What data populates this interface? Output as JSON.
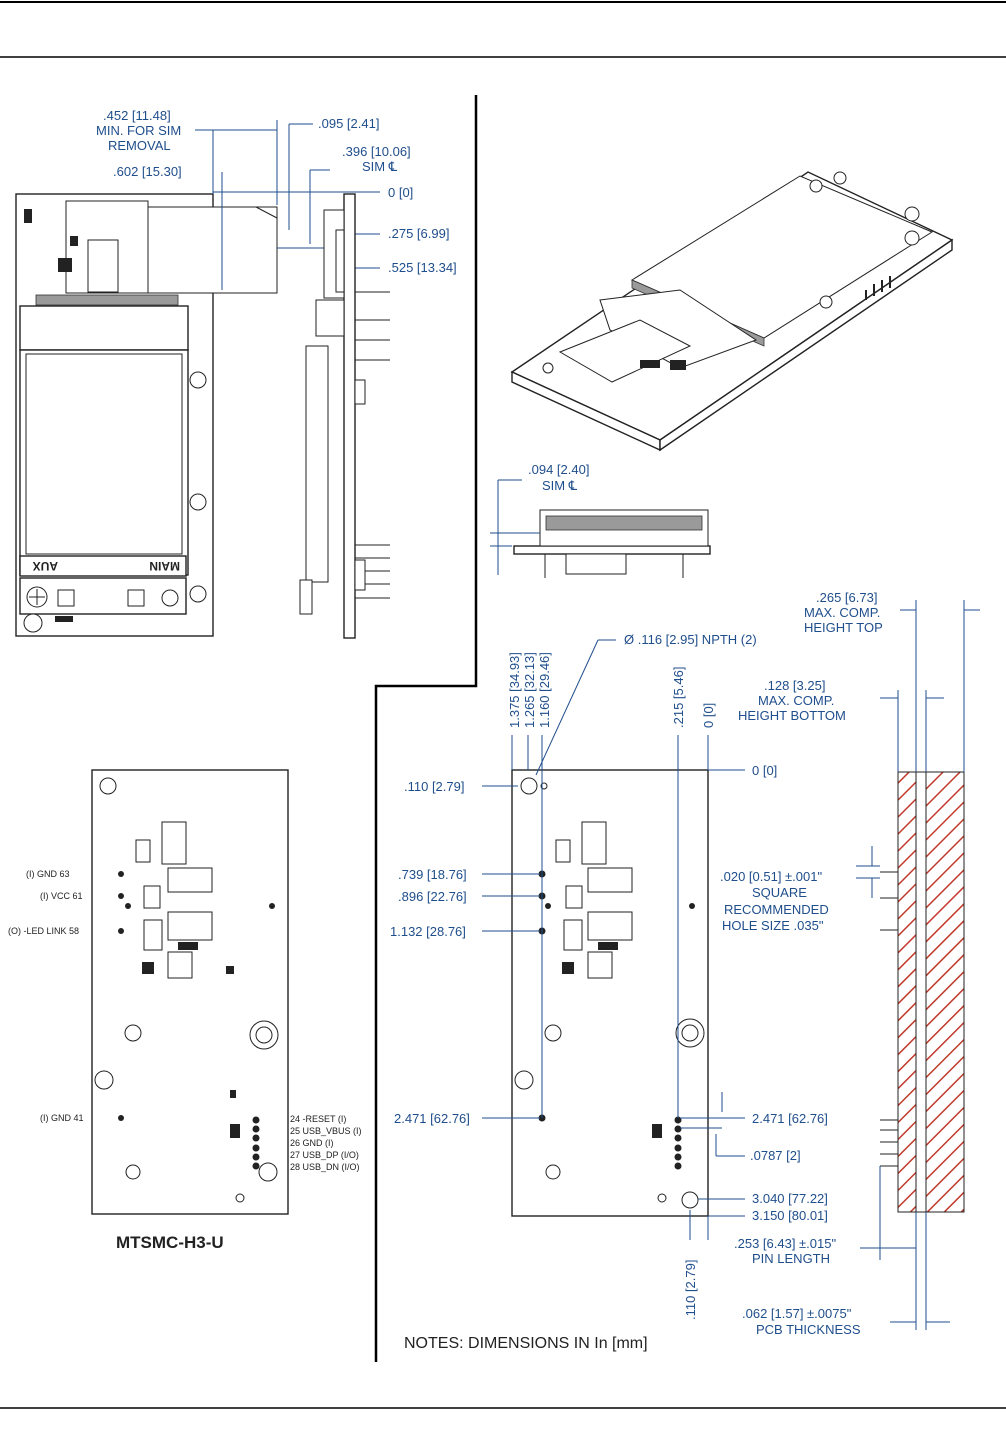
{
  "top_view_dims": {
    "sim_removal_line1": ".452 [11.48]",
    "sim_removal_line2": "MIN. FOR SIM",
    "sim_removal_line3": "REMOVAL",
    "d_602": ".602 [15.30]",
    "d_095": ".095 [2.41]",
    "sim_cl_396": ".396 [10.06]",
    "sim_cl_label": "SIM ℄",
    "zero": "0 [0]",
    "d_275": ".275 [6.99]",
    "d_525": ".525 [13.34]",
    "aux_label": "AUX",
    "main_label": "MAIN"
  },
  "side_view": {
    "d_094": ".094 [2.40]",
    "sim_cl_label": "SIM ℄"
  },
  "bottom_view": {
    "pin_labels": [
      {
        "text": "(I) GND  63"
      },
      {
        "text": "(I) VCC  61"
      },
      {
        "text": "(O) -LED LINK  58"
      },
      {
        "text": "(I) GND  41"
      }
    ],
    "right_pin_labels": [
      "24 -RESET (I)",
      "25 USB_VBUS (I)",
      "26 GND (I)",
      "27 USB_DP (I/O)",
      "28 USB_DN (I/O)"
    ],
    "model_name": "MTSMC-H3-U"
  },
  "bottom_dims": {
    "hole_callout": "Ø .116 [2.95]  NPTH (2)",
    "vertical_top": [
      "1.375 [34.93]",
      "1.265 [32.13]",
      "1.160 [29.46]",
      ".215 [5.46]",
      "0 [0]"
    ],
    "zero": "0 [0]",
    "d_110": ".110 [2.79]",
    "d_739": ".739 [18.76]",
    "d_896": ".896 [22.76]",
    "d_1132": "1.132 [28.76]",
    "d_2471_left": "2.471 [62.76]",
    "d_2471_right": "2.471 [62.76]",
    "d_0787": ".0787 [2]",
    "d_3040": "3.040 [77.22]",
    "d_3150": "3.150 [80.01]",
    "d_110_bottom": ".110 [2.79]",
    "notes": "NOTES: DIMENSIONS IN In [mm]"
  },
  "edge_view_dims": {
    "max_top_1": ".265 [6.73]",
    "max_top_2": "MAX. COMP.",
    "max_top_3": "HEIGHT TOP",
    "max_bot_1": ".128 [3.25]",
    "max_bot_2": "MAX. COMP.",
    "max_bot_3": "HEIGHT BOTTOM",
    "square_1": ".020 [0.51]  ±.001\"",
    "square_2": "SQUARE",
    "square_3": "RECOMMENDED",
    "square_4": "HOLE SIZE .035\"",
    "pin_len_1": ".253 [6.43]  ±.015\"",
    "pin_len_2": "PIN LENGTH",
    "pcb_th_1": ".062 [1.57]  ±.0075\"",
    "pcb_th_2": "PCB THICKNESS"
  }
}
